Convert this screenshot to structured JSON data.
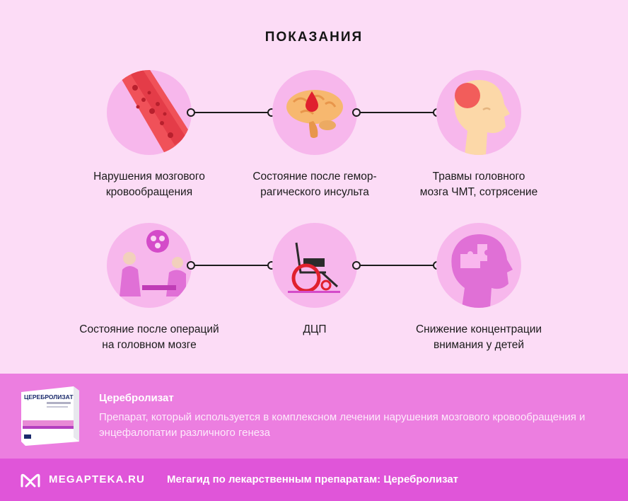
{
  "title": "ПОКАЗАНИЯ",
  "indications": [
    {
      "caption": "Нарушения мозгового\nкровообращения",
      "icon": "blood-vessel-icon"
    },
    {
      "caption": "Состояние после гемор-\nрагического инсульта",
      "icon": "brain-hemorrhage-icon"
    },
    {
      "caption": "Травмы головного\nмозга ЧМТ, сотрясение",
      "icon": "head-injury-icon"
    },
    {
      "caption": "Состояние после операций\nна головном мозге",
      "icon": "surgery-icon"
    },
    {
      "caption": "ДЦП",
      "icon": "wheelchair-icon"
    },
    {
      "caption": "Снижение концентрации\nвнимания у детей",
      "icon": "puzzle-head-icon"
    }
  ],
  "product": {
    "box_label": "ЦЕРЕБРОЛИЗАТ",
    "name": "Церебролизат",
    "description": "Препарат, который используется в комплексном лечении нарушения мозгового кровообращения и энцефалопатии различного генеза"
  },
  "footer": {
    "logo": "MEGAPTEKA.RU",
    "tagline": "Мегагид по лекарственным препаратам: Церебролизат"
  },
  "colors": {
    "background": "#fcdcf6",
    "circle": "#f7b7ec",
    "band": "#ec7ee0",
    "footer": "#e055d9"
  }
}
